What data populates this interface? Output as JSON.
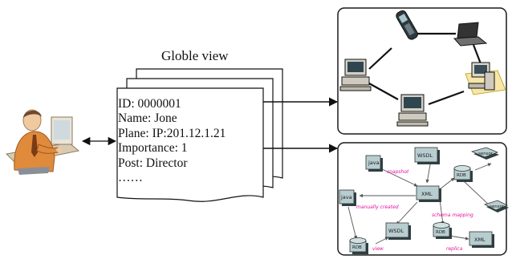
{
  "view_title": "Globle view",
  "record_lines": [
    "ID: 0000001",
    "Name: Jone",
    "Plane: IP:201.12.1.21",
    "Importance: 1",
    "Post: Director",
    "……"
  ],
  "network_panel": {
    "devices": [
      "mobile-phone",
      "laptop",
      "desktop-pc-left",
      "desktop-pc-bottom",
      "server-workstation"
    ]
  },
  "data_graph": {
    "nodes": {
      "java_top": "java",
      "wsdl_top": "WSDL",
      "sensor_top": "sensor",
      "java_left": "java",
      "xml_center": "XML",
      "rdb_top": "RDB",
      "sensor_right": "sensor",
      "wsdl_bottom": "WSDL",
      "rdb_center": "RDB",
      "xml_right": "XML",
      "rdb_bottom": "RDB"
    },
    "edge_labels": {
      "snapshot": "snapshot",
      "manually_created": "manually created",
      "schema_mapping": "schema mapping",
      "view": "view",
      "replica": "replica"
    }
  },
  "colors": {
    "panel_border": "#1a1a1a",
    "node_fill": "#b8cdd0",
    "node_shadow": "#2f3f42",
    "edge_label": "#e0119d",
    "person_shirt": "#e08a3c"
  }
}
